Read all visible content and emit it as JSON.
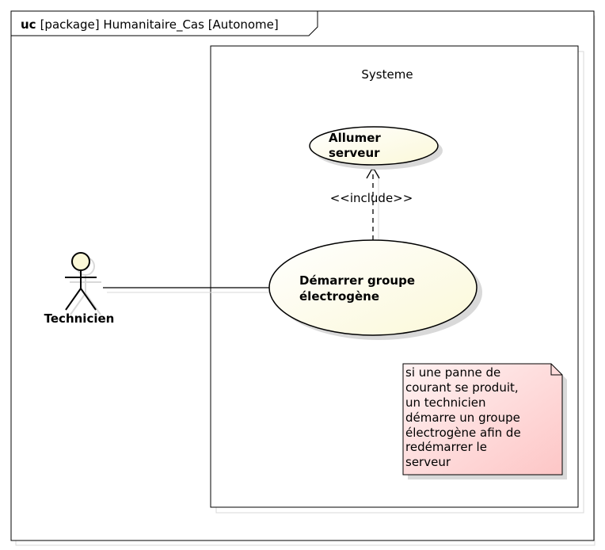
{
  "frame": {
    "keyword": "uc",
    "label": "[package] Humanitaire_Cas [Autonome]"
  },
  "system": {
    "name": "Systeme"
  },
  "actor": {
    "name": "Technicien"
  },
  "use_cases": {
    "allumer": {
      "line1": "Allumer",
      "line2": "serveur"
    },
    "demarrer": {
      "line1": "Démarrer groupe",
      "line2": "électrogène"
    }
  },
  "relation": {
    "include_label": "<<include>>"
  },
  "note": {
    "lines": [
      "si une panne de",
      "courant se produit,",
      "un technicien",
      "démarre un groupe",
      "électrogène afin de",
      "redémarrer le",
      "serveur"
    ]
  },
  "colors": {
    "usecase_fill_light": "#ffffff",
    "usecase_fill_dark": "#fbf8d8",
    "actor_fill": "#fbf8d8",
    "note_fill_light": "#fff0f0",
    "note_fill_dark": "#fdc8c8",
    "shadow": "#d9d9d9",
    "stroke": "#000000"
  }
}
